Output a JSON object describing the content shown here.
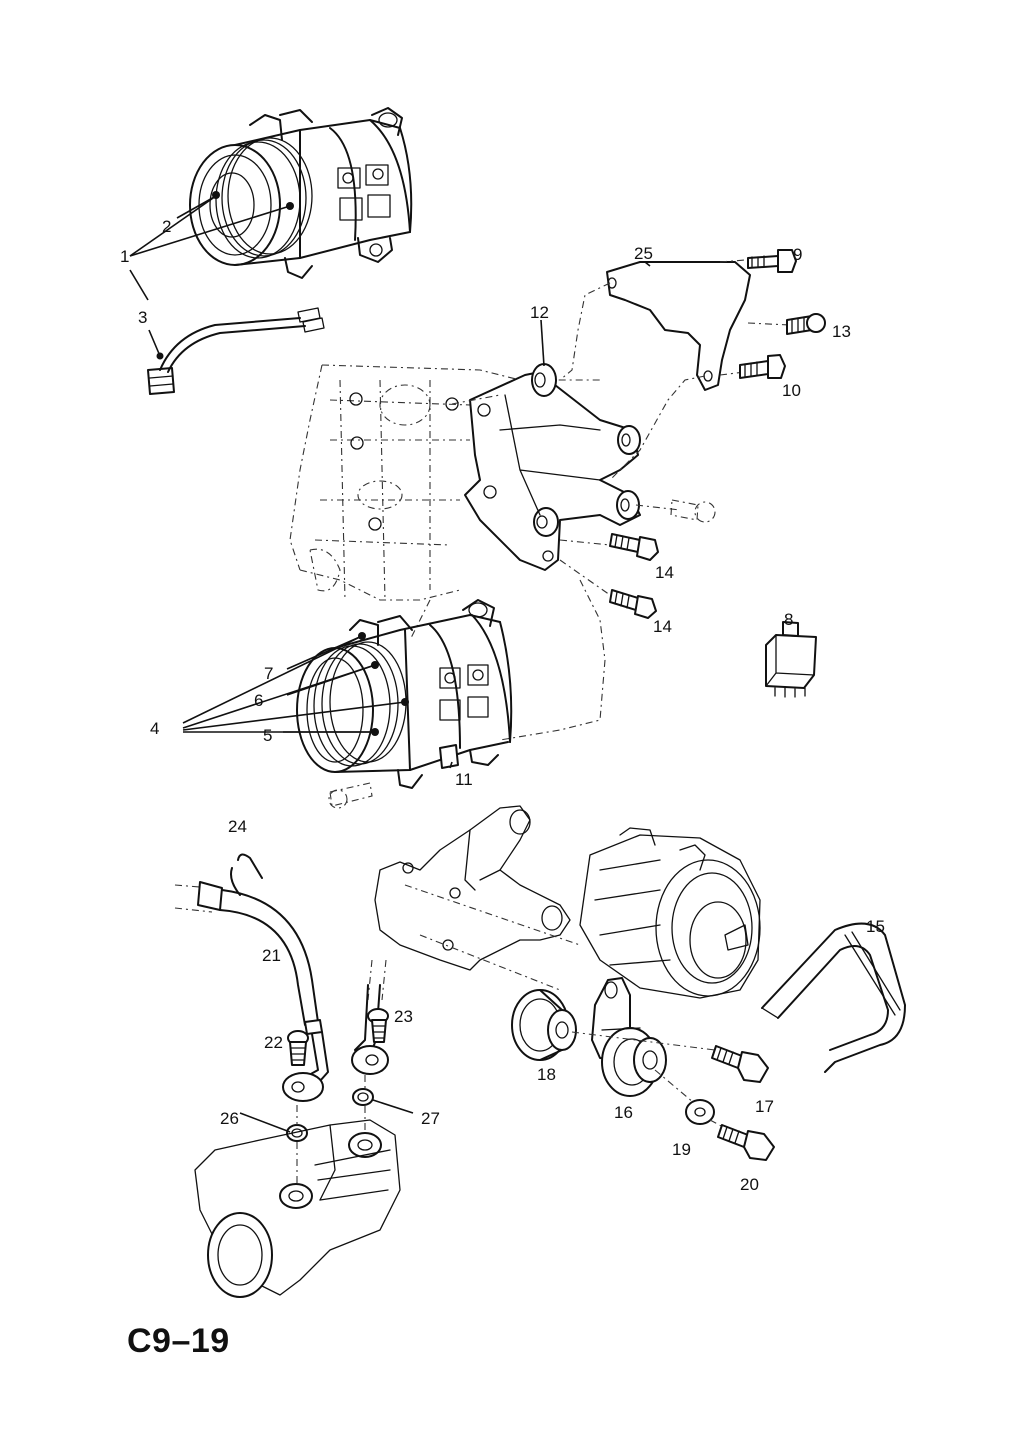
{
  "page_code": "C9–19",
  "callouts": {
    "c1": "1",
    "c2": "2",
    "c3": "3",
    "c4": "4",
    "c5": "5",
    "c6": "6",
    "c7": "7",
    "c8": "8",
    "c9": "9",
    "c10": "10",
    "c11": "11",
    "c12": "12",
    "c13": "13",
    "c14a": "14",
    "c14b": "14",
    "c15": "15",
    "c16": "16",
    "c17": "17",
    "c18": "18",
    "c19": "19",
    "c20": "20",
    "c21": "21",
    "c22": "22",
    "c23": "23",
    "c24": "24",
    "c25": "25",
    "c26": "26",
    "c27": "27"
  }
}
